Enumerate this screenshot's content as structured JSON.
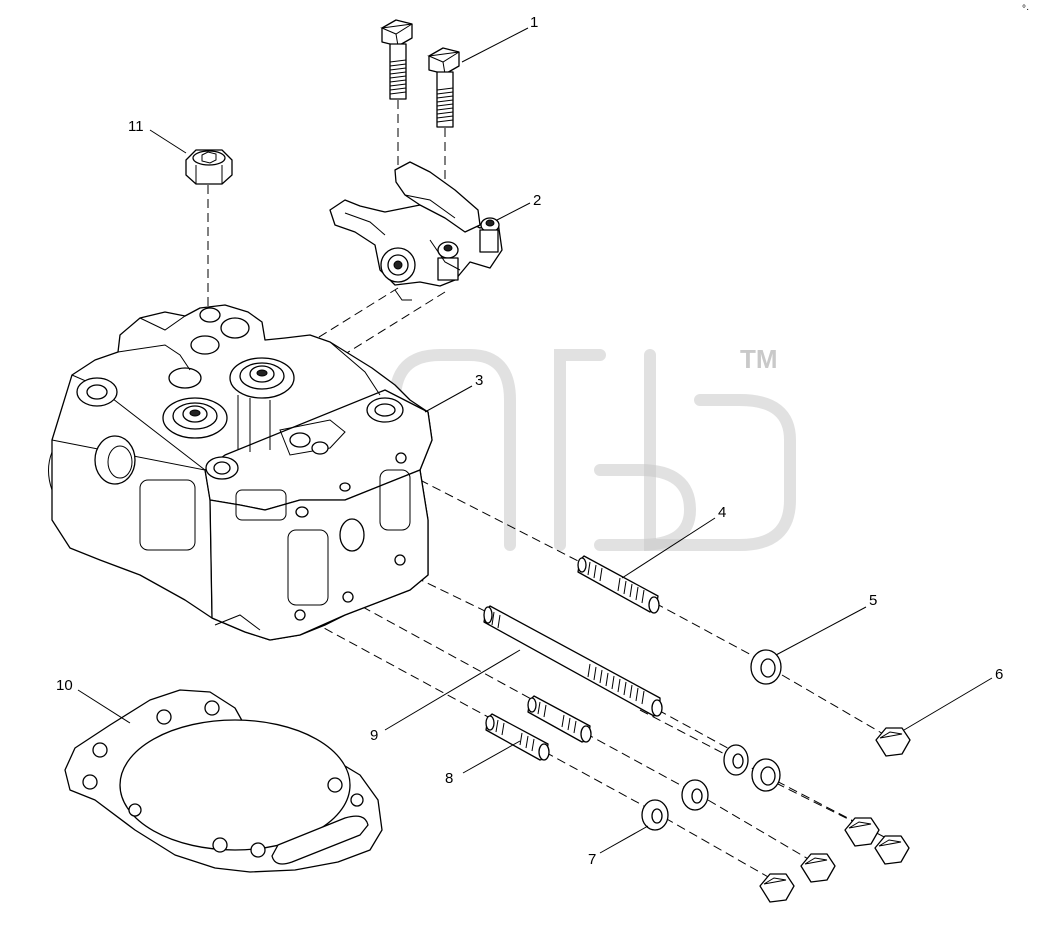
{
  "diagram": {
    "watermark_mark": "TM",
    "callouts": [
      "1",
      "2",
      "3",
      "4",
      "5",
      "6",
      "7",
      "8",
      "9",
      "10",
      "11"
    ],
    "corner_mark": "°·"
  }
}
